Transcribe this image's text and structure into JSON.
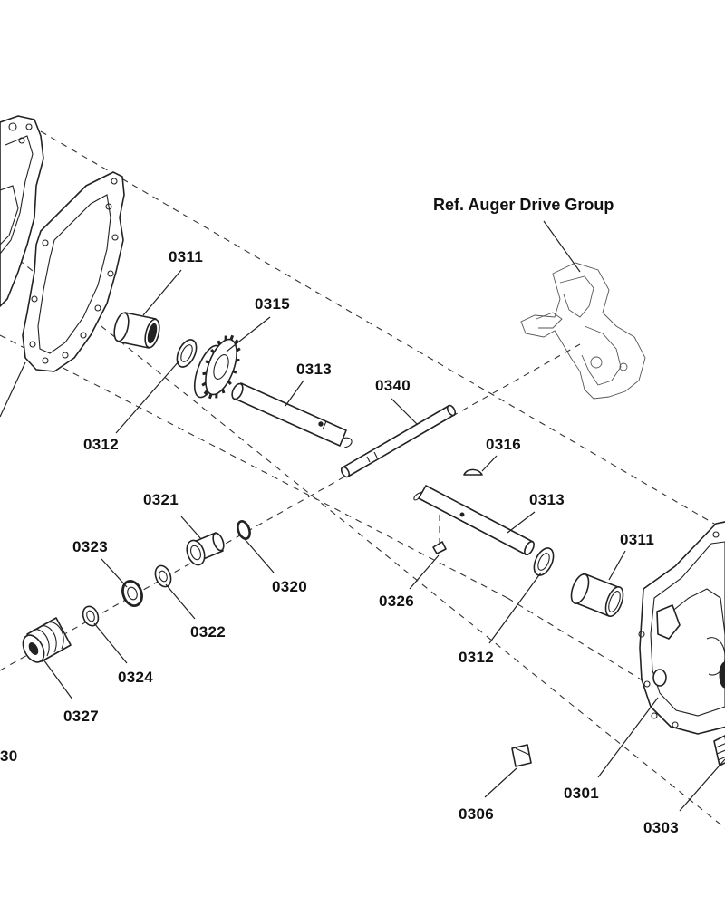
{
  "diagram": {
    "reference_label": "Ref. Auger Drive Group",
    "part_numbers": {
      "p0311_top": "0311",
      "p0315": "0315",
      "p0313_top": "0313",
      "p0340": "0340",
      "p0312_left": "0312",
      "p0316": "0316",
      "p0321": "0321",
      "p0313_mid": "0313",
      "p0311_right": "0311",
      "p0323": "0323",
      "p0320": "0320",
      "p0326": "0326",
      "p0322": "0322",
      "p0312_right": "0312",
      "p0324": "0324",
      "p0327": "0327",
      "p0330_partial": "30",
      "p0301": "0301",
      "p0306": "0306",
      "p0303": "0303"
    }
  }
}
